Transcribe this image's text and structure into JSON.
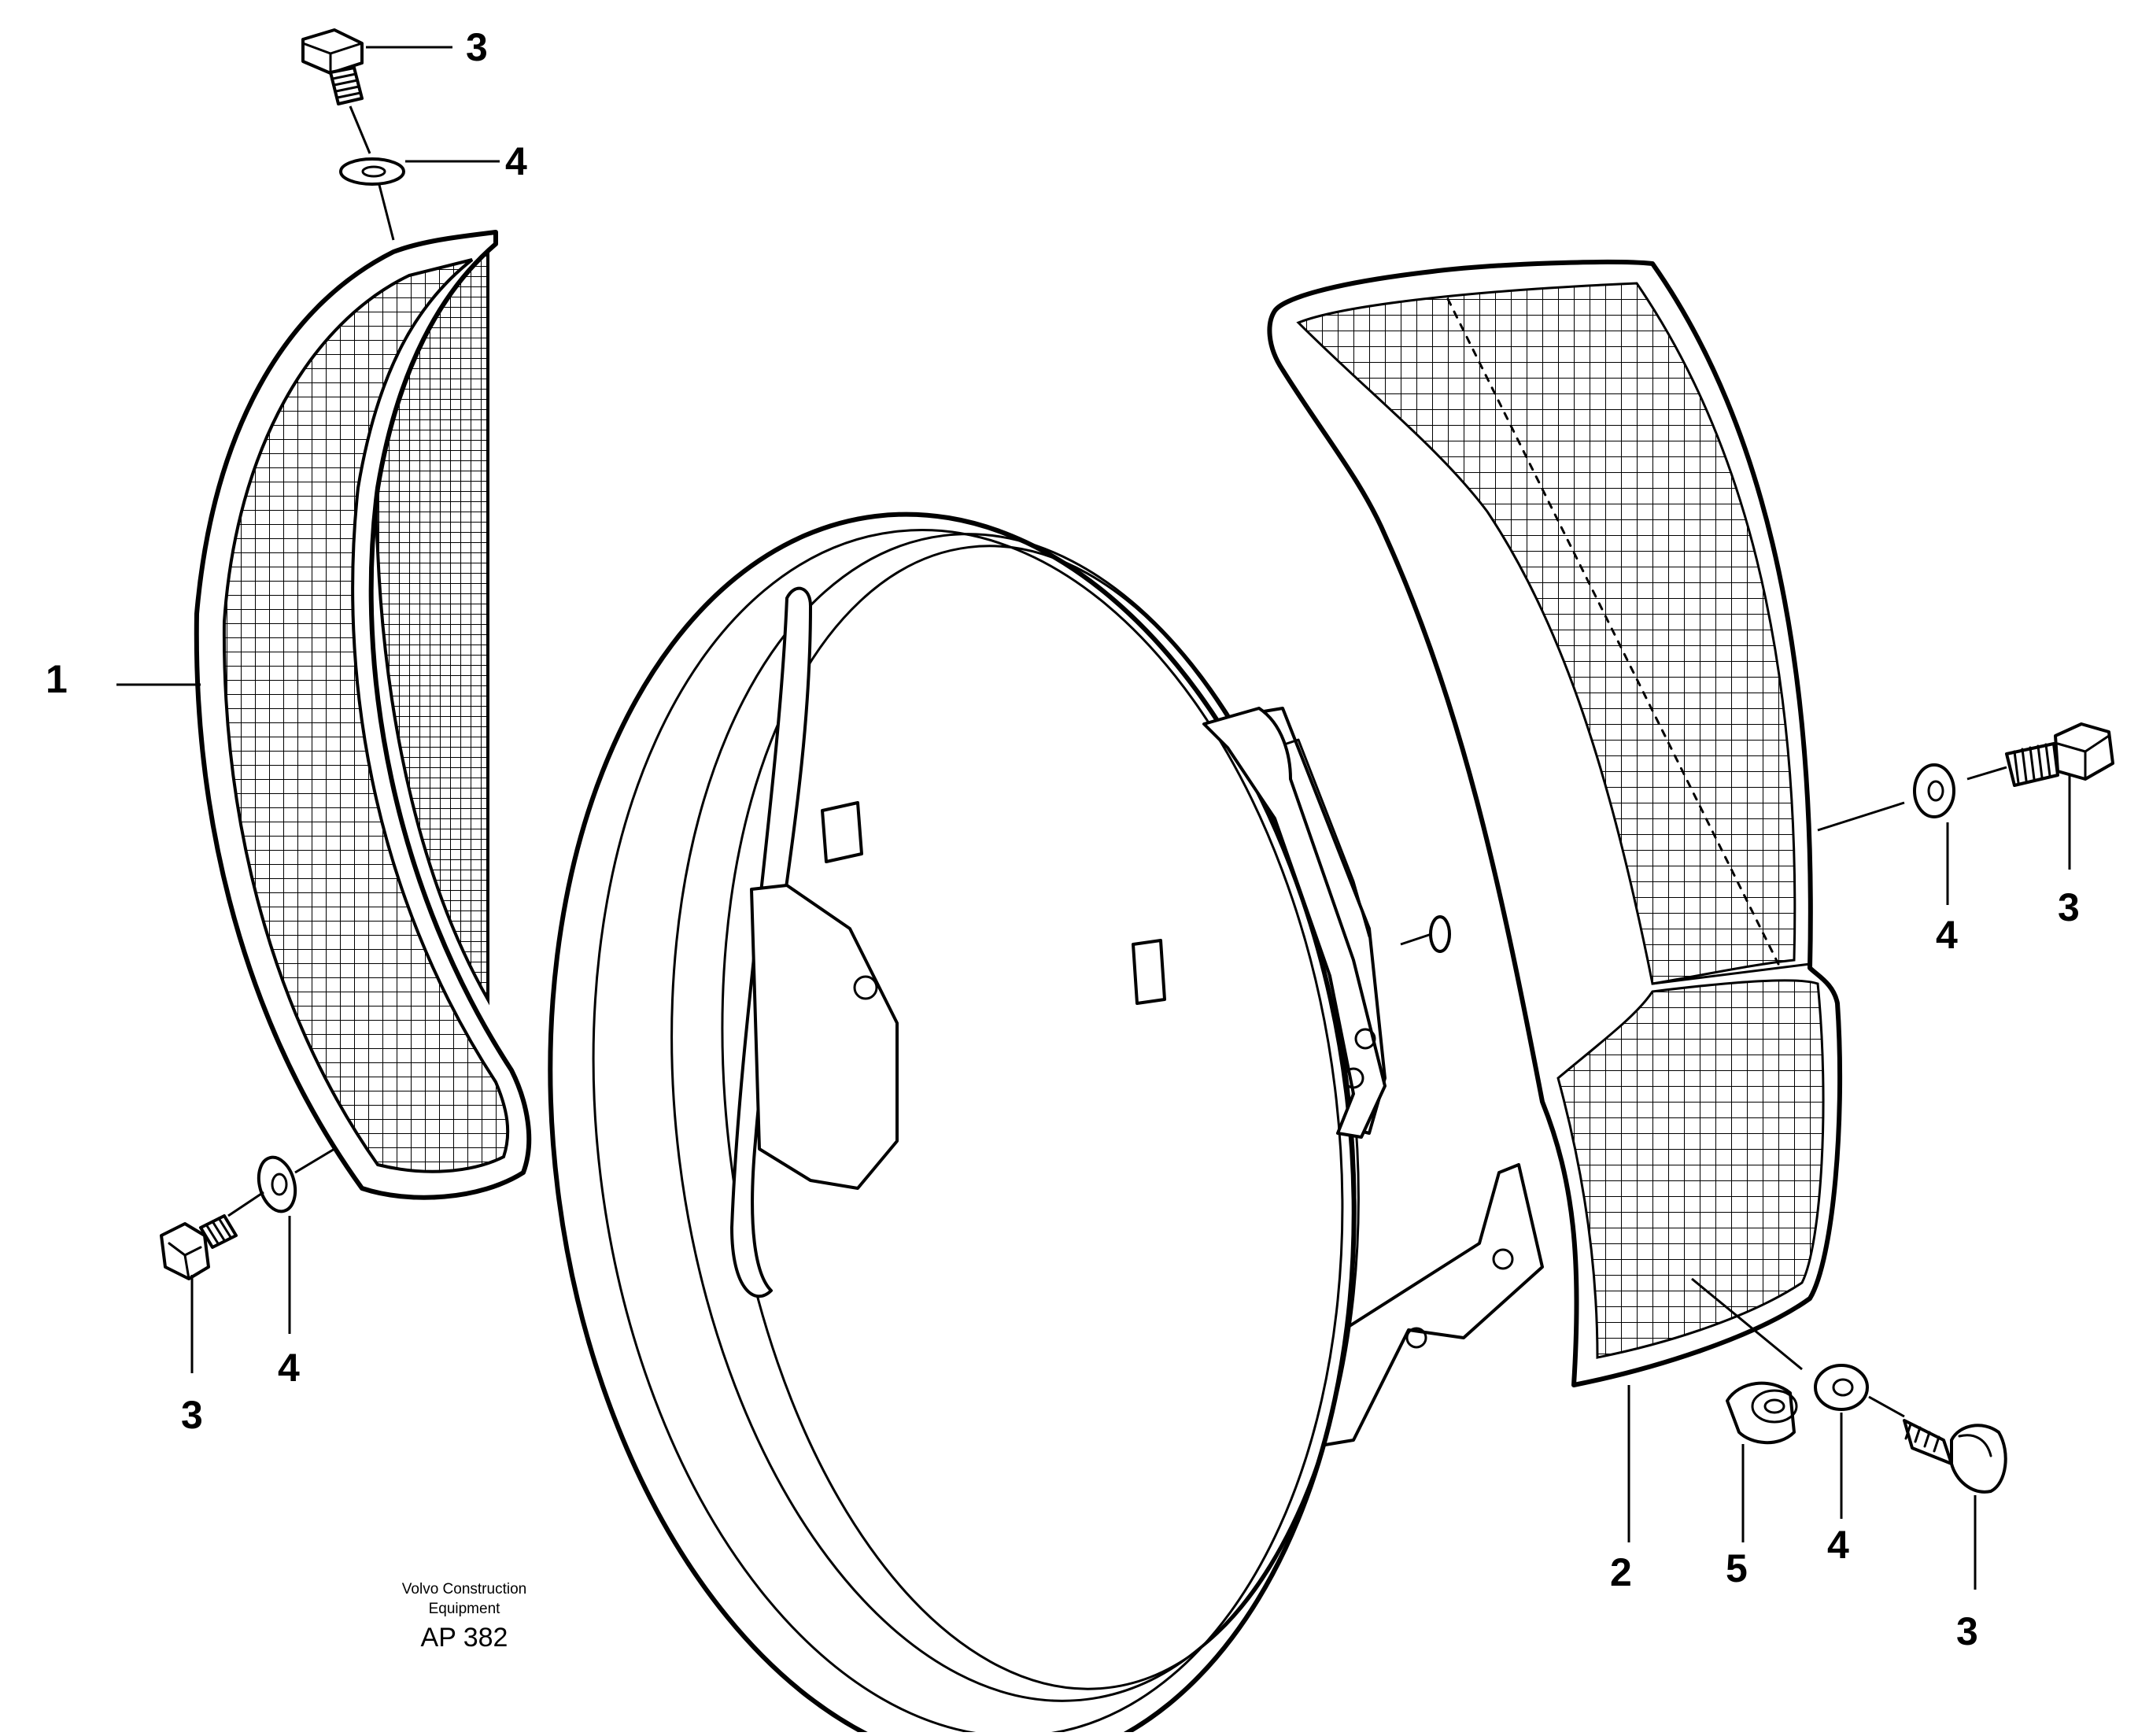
{
  "diagram": {
    "callouts": [
      {
        "id": "c1",
        "label": "1"
      },
      {
        "id": "c2",
        "label": "2"
      },
      {
        "id": "c3a",
        "label": "3"
      },
      {
        "id": "c3b",
        "label": "3"
      },
      {
        "id": "c3c",
        "label": "3"
      },
      {
        "id": "c3d",
        "label": "3"
      },
      {
        "id": "c4a",
        "label": "4"
      },
      {
        "id": "c4b",
        "label": "4"
      },
      {
        "id": "c4c",
        "label": "4"
      },
      {
        "id": "c4d",
        "label": "4"
      },
      {
        "id": "c5",
        "label": "5"
      }
    ],
    "credit": {
      "line1": "Volvo Construction",
      "line2": "Equipment",
      "code": "AP 382"
    },
    "colors": {
      "ink": "#000000",
      "background": "#ffffff"
    }
  }
}
